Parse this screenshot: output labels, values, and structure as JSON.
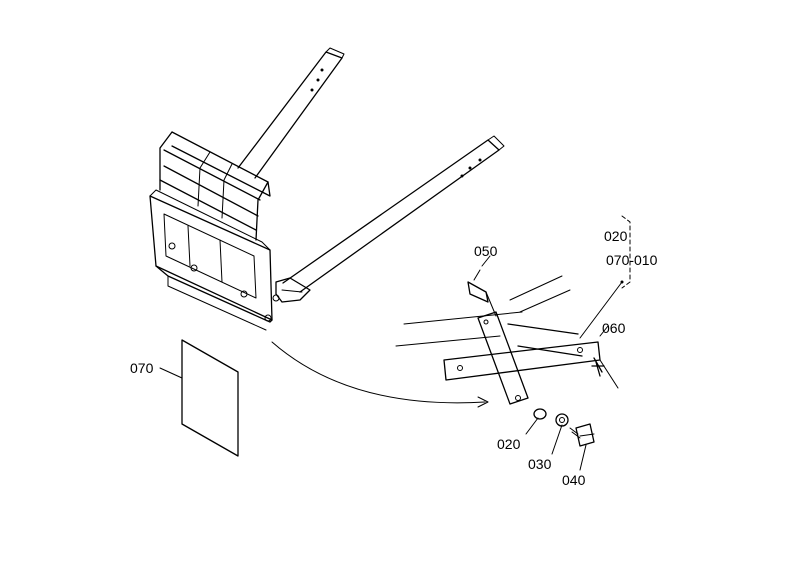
{
  "diagram": {
    "labels": {
      "ref_020_top": "020",
      "ref_070_010": "070-010",
      "part_050": "050",
      "part_060": "060",
      "part_070": "070",
      "part_020": "020",
      "part_030": "030",
      "part_040": "040"
    }
  }
}
